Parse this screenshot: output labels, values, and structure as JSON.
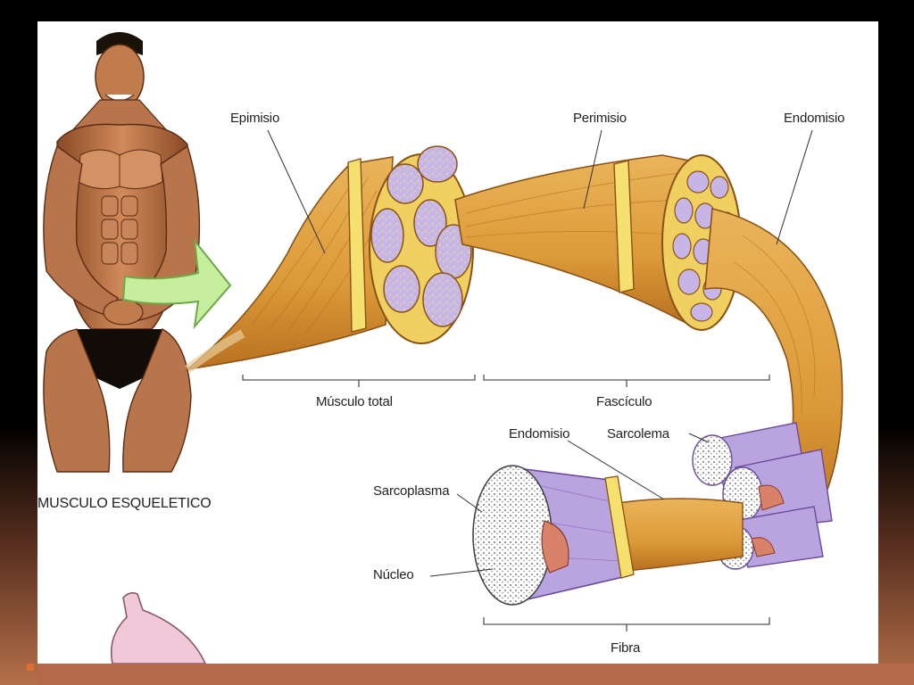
{
  "labels": {
    "epimisio": "Epimisio",
    "perimisio": "Perimisio",
    "endomisio_top": "Endomisio",
    "musculo_total": "Músculo total",
    "fasciculo": "Fascículo",
    "endomisio_fibra": "Endomisio",
    "sarcolema": "Sarcolema",
    "sarcoplasma": "Sarcoplasma",
    "nucleo": "Núcleo",
    "fibra": "Fibra",
    "musculo_esqueletico": "MUSCULO ESQUELETICO"
  },
  "colors": {
    "muscle": "#e0a040",
    "muscle_dark": "#b87020",
    "sheath": "#f5e070",
    "fiber_purple": "#b9a4e0",
    "skin": "#c98458",
    "arrow": "#c6ee9c",
    "bottom_bar": "#b5694a"
  }
}
